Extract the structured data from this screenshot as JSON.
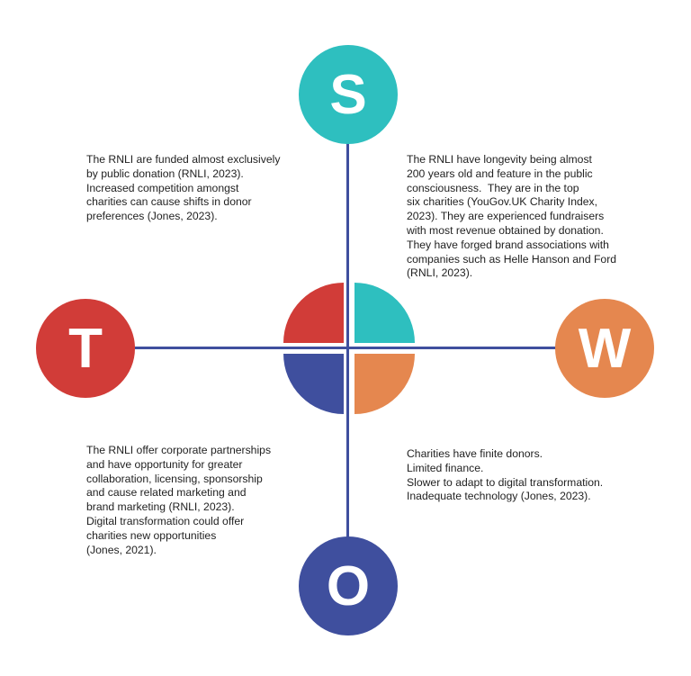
{
  "colors": {
    "strength": "#2ebfbf",
    "weakness": "#e5874f",
    "opportunity": "#3f4f9e",
    "threat": "#d13c38",
    "axis": "#3f4f9e"
  },
  "bubbles": {
    "strength": "S",
    "weakness": "W",
    "opportunity": "O",
    "threat": "T"
  },
  "blocks": {
    "threat": [
      "The RNLI are funded almost exclusively",
      "by public donation (RNLI, 2023).",
      "Increased competition amongst",
      "charities can cause shifts in donor",
      "preferences (Jones, 2023)."
    ],
    "strength": [
      "The RNLI have longevity being almost",
      "200 years old and feature in the public",
      "consciousness.  They are in the top",
      "six charities (YouGov.UK Charity Index,",
      "2023). They are experienced fundraisers",
      "with most revenue obtained by donation.",
      "They have forged brand associations with",
      "companies such as Helle Hanson and Ford",
      "(RNLI, 2023)."
    ],
    "opportunity": [
      "The RNLI offer corporate partnerships",
      "and have opportunity for greater",
      "collaboration, licensing, sponsorship",
      "and cause related marketing and",
      "brand marketing (RNLI, 2023).",
      "Digital transformation could offer",
      "charities new opportunities",
      "(Jones, 2021)."
    ],
    "weakness": [
      "Charities have finite donors.",
      "Limited finance.",
      "Slower to adapt to digital transformation.",
      "Inadequate technology (Jones, 2023)."
    ]
  }
}
